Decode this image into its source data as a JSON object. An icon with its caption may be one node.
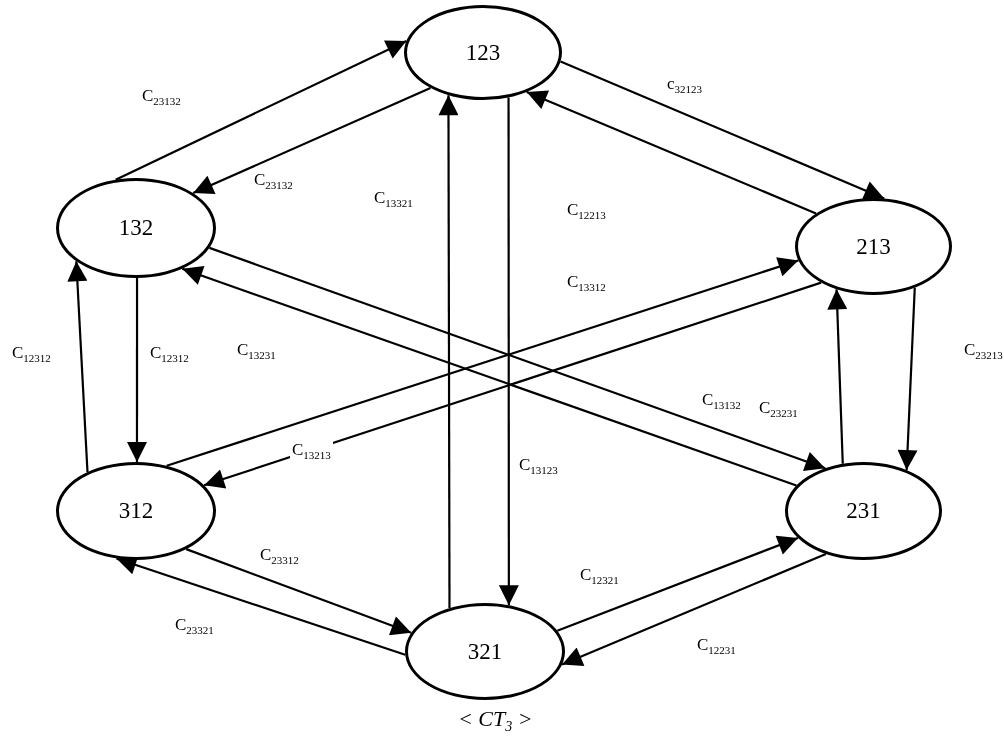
{
  "diagram": {
    "caption": "< CT$_{3}$ >",
    "nodes": [
      {
        "text": [
          "123"
        ]
      },
      {
        "text": [
          "132"
        ]
      },
      {
        "text": [
          "213"
        ]
      },
      {
        "text": [
          "312"
        ]
      },
      {
        "text": [
          "231"
        ]
      },
      {
        "text": [
          "321"
        ]
      }
    ],
    "edges": [
      {
        "from": 1,
        "to": 0,
        "arrow": "to",
        "label": "C$_{23132}$"
      },
      {
        "from": 0,
        "to": 1,
        "arrow": "to",
        "label": "C$_{23132}$"
      },
      {
        "from": 0,
        "to": 2,
        "arrow": "to",
        "label": "c$_{32123}$"
      },
      {
        "from": 2,
        "to": 0,
        "arrow": "to",
        "label": "C$_{12213}$"
      },
      {
        "from": 1,
        "to": 3,
        "arrow": "to",
        "label": "C$_{12312}$"
      },
      {
        "from": 3,
        "to": 1,
        "arrow": "to",
        "label": "C$_{12312}$"
      },
      {
        "from": 1,
        "to": 4,
        "arrow": "to",
        "label": "C$_{13132}$"
      },
      {
        "from": 4,
        "to": 1,
        "arrow": "to",
        "label": "C$_{13231}$"
      },
      {
        "from": 3,
        "to": 2,
        "arrow": "to",
        "label": "C$_{13312}$"
      },
      {
        "from": 2,
        "to": 3,
        "arrow": "to",
        "label": "C$_{13213}$"
      },
      {
        "from": 2,
        "to": 4,
        "arrow": "to",
        "label": "C$_{23213}$"
      },
      {
        "from": 4,
        "to": 2,
        "arrow": "to",
        "label": "C$_{23231}$"
      },
      {
        "from": 3,
        "to": 5,
        "arrow": "to",
        "label": "C$_{23312}$"
      },
      {
        "from": 5,
        "to": 3,
        "arrow": "to",
        "label": "C$_{23321}$"
      },
      {
        "from": 5,
        "to": 4,
        "arrow": "to",
        "label": "C$_{12321}$"
      },
      {
        "from": 4,
        "to": 5,
        "arrow": "to",
        "label": "C$_{12231}$"
      },
      {
        "from": 5,
        "to": 0,
        "arrow": "to",
        "label": "C$_{13321}$"
      },
      {
        "from": 0,
        "to": 5,
        "arrow": "to",
        "label": "C$_{13123}$"
      }
    ]
  }
}
